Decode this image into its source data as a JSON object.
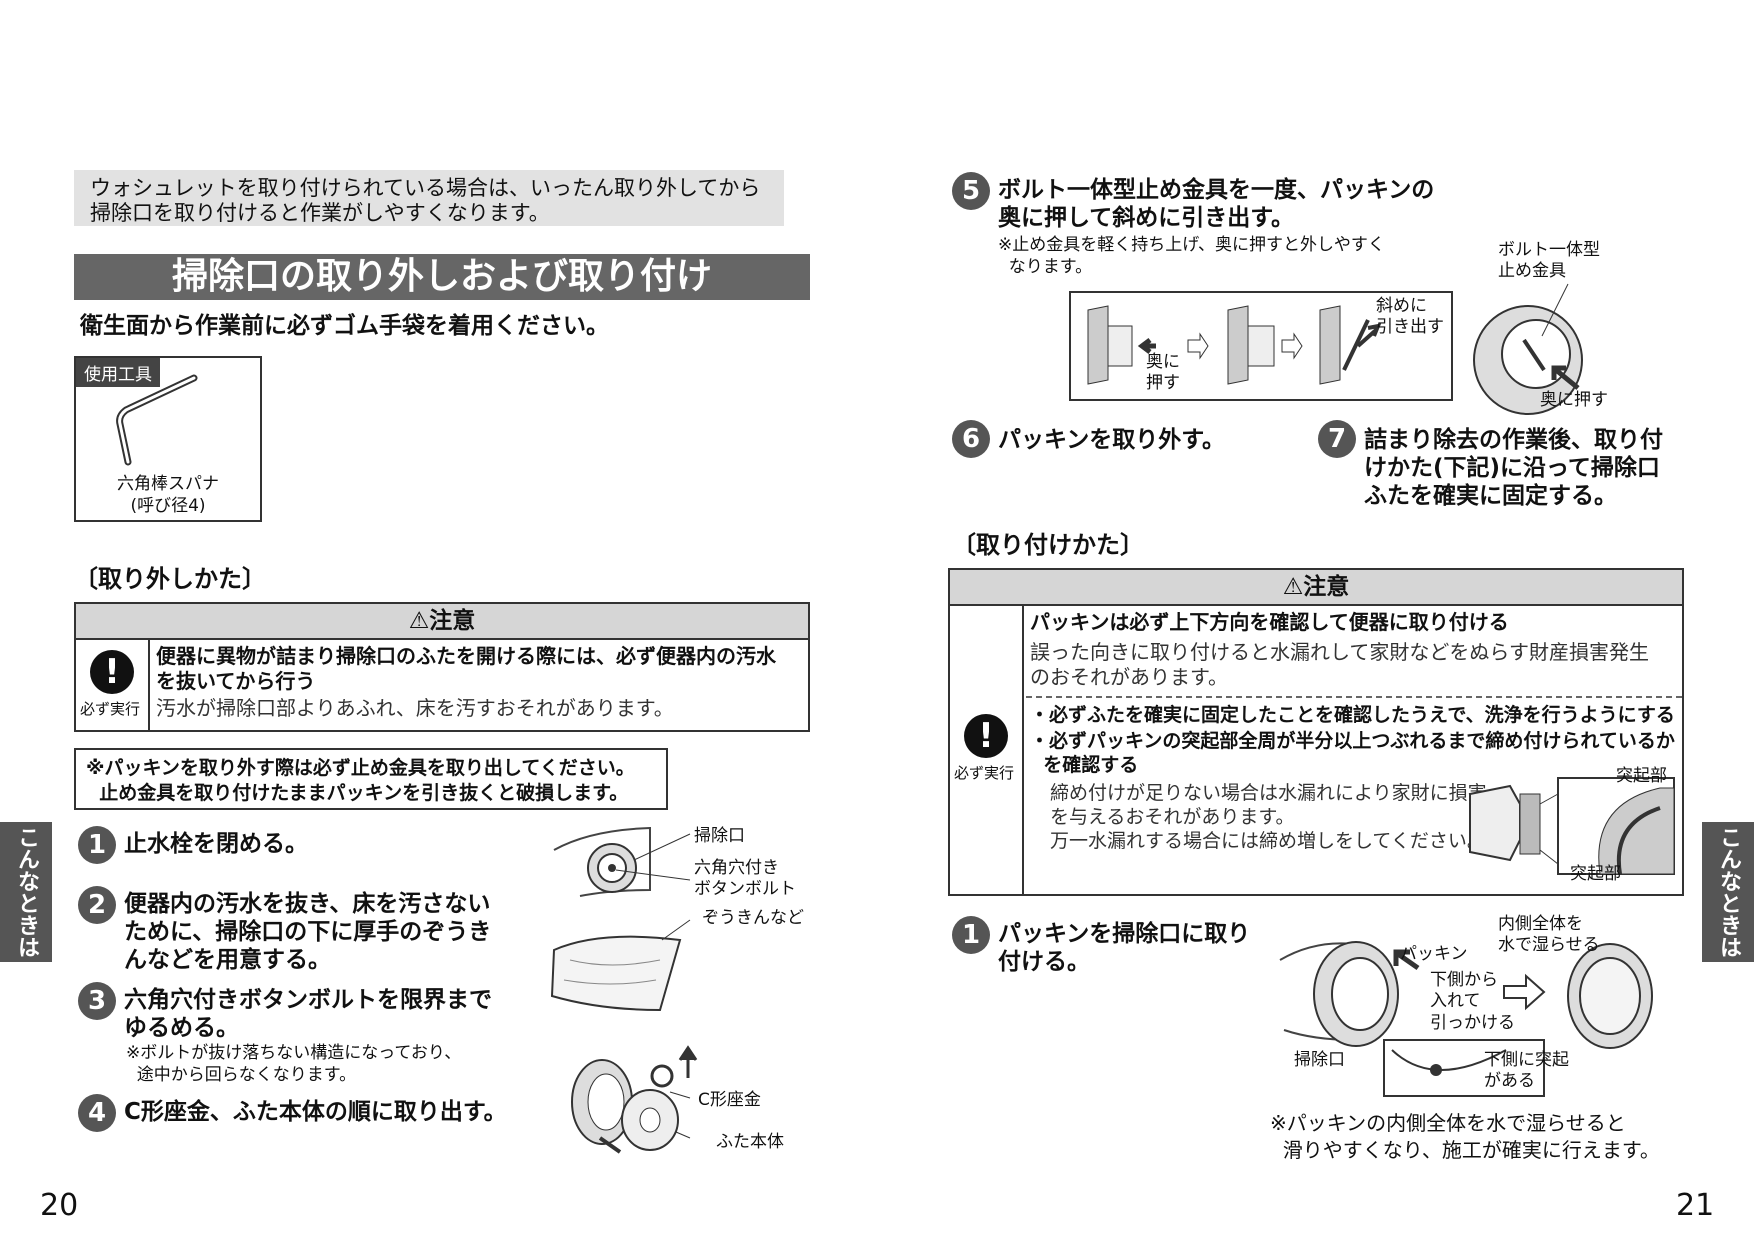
{
  "left": {
    "note": "ウォシュレットを取り付けられている場合は、いったん取り外してから\n掃除口を取り付けると作業がしやすくなります。",
    "heading": "掃除口の取り外しおよび取り付け",
    "subheading": "衛生面から作業前に必ずゴム手袋を着用ください。",
    "tool": {
      "label": "使用工具",
      "name": "六角棒スパナ",
      "spec": "(呼び径4)"
    },
    "section_title": "〔取り外しかた〕",
    "caution": {
      "header": "⚠注意",
      "icon_label": "必ず実行",
      "bold_text": "便器に異物が詰まり掃除口のふたを開ける際には、必ず便器内の汚水\nを抜いてから行う",
      "text": "汚水が掃除口部よりあふれ、床を汚すおそれがあります。"
    },
    "warning": "※パッキンを取り外す際は必ず止め金具を取り出してください。\n  止め金具を取り付けたままパッキンを引き抜くと破損します。",
    "steps": [
      {
        "num": "1",
        "text": "止水栓を閉める。"
      },
      {
        "num": "2",
        "text": "便器内の汚水を抜き、床を汚さない\nために、掃除口の下に厚手のぞうき\nんなどを用意する。"
      },
      {
        "num": "3",
        "text": "六角穴付きボタンボルトを限界まで\nゆるめる。",
        "note": "※ボルトが抜け落ちない構造になっており、\n  途中から回らなくなります。"
      },
      {
        "num": "4",
        "text": "C形座金、ふた本体の順に取り出す。"
      }
    ],
    "labels": {
      "cleanout": "掃除口",
      "bolt": "六角穴付き\nボタンボルト",
      "cloth": "ぞうきんなど",
      "washer": "C形座金",
      "lid": "ふた本体"
    },
    "side_tab": "こんなときは",
    "page_number": "20"
  },
  "right": {
    "step5": {
      "num": "5",
      "text": "ボルト一体型止め金具を一度、パッキンの\n奥に押して斜めに引き出す。",
      "note": "※止め金具を軽く持ち上げ、奥に押すと外しやすく\n  なります。"
    },
    "step5_labels": {
      "push_in": "奥に\n押す",
      "pull_diag": "斜めに\n引き出す",
      "bolt_fitting": "ボルト一体型\n止め金具",
      "push_in2": "奥に押す"
    },
    "step6": {
      "num": "6",
      "text": "パッキンを取り外す。"
    },
    "step7": {
      "num": "7",
      "text": "詰まり除去の作業後、取り付\nけかた(下記)に沿って掃除口\nふたを確実に固定する。"
    },
    "section_title": "〔取り付けかた〕",
    "caution": {
      "header": "⚠注意",
      "icon_label": "必ず実行",
      "bold1": "パッキンは必ず上下方向を確認して便器に取り付ける",
      "text1": "誤った向きに取り付けると水漏れして家財などをぬらす財産損害発生\nのおそれがあります。",
      "bullet1": "・必ずふたを確実に固定したことを確認したうえで、洗浄を行うようにする",
      "bullet2": "・必ずパッキンの突起部全周が半分以上つぶれるまで締め付けられているか\n  を確認する",
      "text2": "締め付けが足りない場合は水漏れにより家財に損害\nを与えるおそれがあります。\n万一水漏れする場合には締め増しをしてください。",
      "protrusion": "突起部"
    },
    "step1": {
      "num": "1",
      "text": "パッキンを掃除口に取り\n付ける。"
    },
    "step1_labels": {
      "packing": "パッキン",
      "wet": "内側全体を\n水で湿らせる",
      "from_below": "下側から\n入れて\n引っかける",
      "cleanout": "掃除口",
      "bottom_protrusion": "下側に突起\nがある"
    },
    "footnote": "※パッキンの内側全体を水で湿らせると\n  滑りやすくなり、施工が確実に行えます。",
    "side_tab": "こんなときは",
    "page_number": "21"
  }
}
